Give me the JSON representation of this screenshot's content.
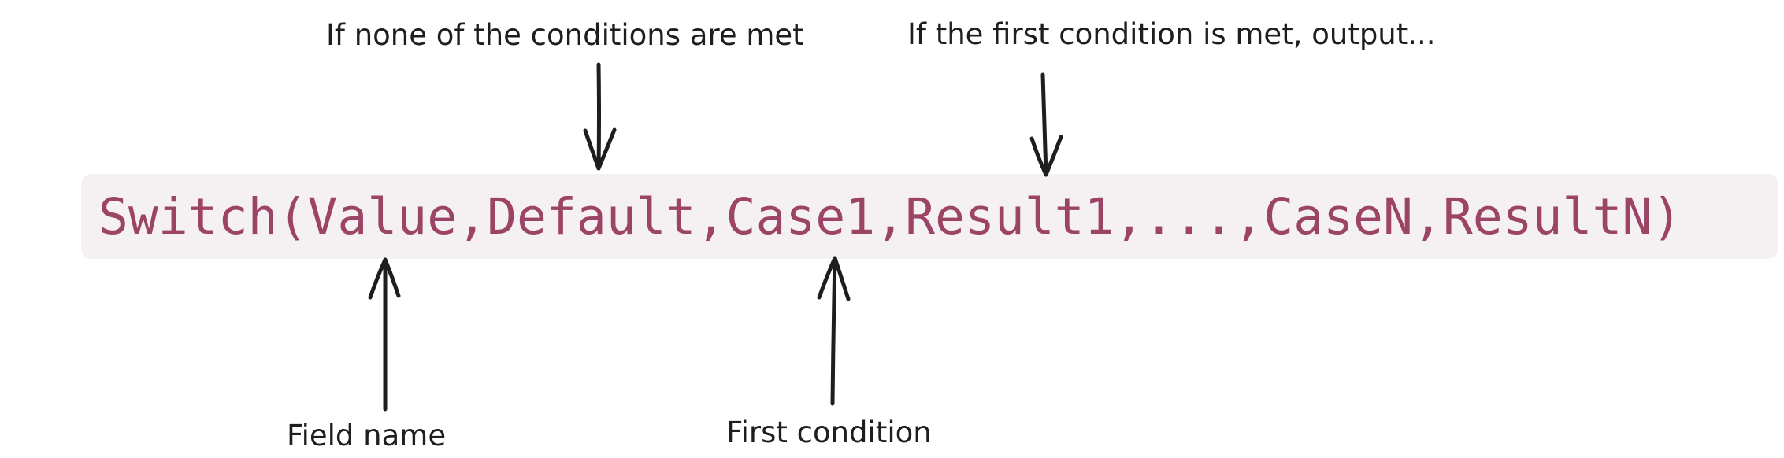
{
  "formula": {
    "text": "Switch(Value,Default,Case1,Result1,...,CaseN,ResultN)",
    "color": "#9c4466"
  },
  "code_background": "#f5f0f1",
  "annotations": {
    "default": "If none of the conditions are met",
    "result": "If the first condition is met, output...",
    "field": "Field name",
    "case": "First condition"
  },
  "arrow_color": "#1e1e1e"
}
